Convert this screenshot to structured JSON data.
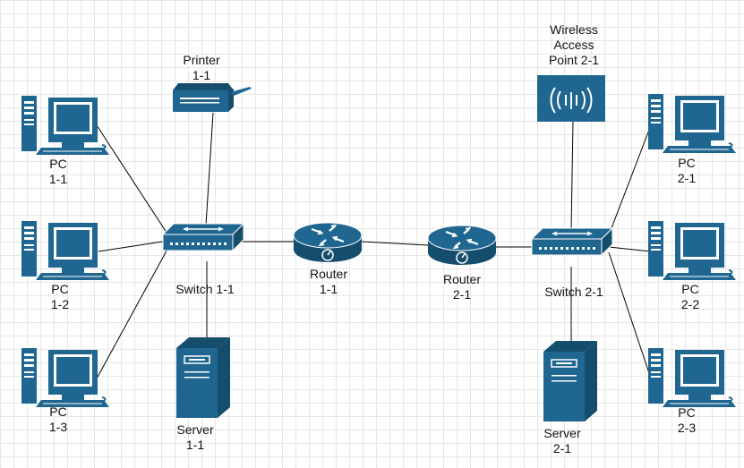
{
  "colors": {
    "device": "#1f6690",
    "device_dark": "#154d6d",
    "line": "#000000",
    "light": "#ffffff"
  },
  "nodes": {
    "pc_1_1": {
      "label": "PC\n1-1",
      "icon": "desktop-pc-icon"
    },
    "pc_1_2": {
      "label": "PC\n1-2",
      "icon": "desktop-pc-icon"
    },
    "pc_1_3": {
      "label": "PC\n1-3",
      "icon": "desktop-pc-icon"
    },
    "printer_1_1": {
      "label": "Printer\n1-1",
      "icon": "printer-icon"
    },
    "switch_1_1": {
      "label": "Switch 1-1",
      "icon": "switch-icon"
    },
    "server_1_1": {
      "label": "Server\n1-1",
      "icon": "server-icon"
    },
    "router_1_1": {
      "label": "Router\n1-1",
      "icon": "router-icon"
    },
    "router_2_1": {
      "label": "Router\n2-1",
      "icon": "router-icon"
    },
    "switch_2_1": {
      "label": "Switch 2-1",
      "icon": "switch-icon"
    },
    "wap_2_1": {
      "label": "Wireless\nAccess\nPoint 2-1",
      "icon": "wireless-access-point-icon"
    },
    "server_2_1": {
      "label": "Server\n2-1",
      "icon": "server-icon"
    },
    "pc_2_1": {
      "label": "PC\n2-1",
      "icon": "desktop-pc-icon"
    },
    "pc_2_2": {
      "label": "PC\n2-2",
      "icon": "desktop-pc-icon"
    },
    "pc_2_3": {
      "label": "PC\n2-3",
      "icon": "desktop-pc-icon"
    }
  },
  "links": [
    [
      "pc_1_1",
      "switch_1_1"
    ],
    [
      "pc_1_2",
      "switch_1_1"
    ],
    [
      "pc_1_3",
      "switch_1_1"
    ],
    [
      "printer_1_1",
      "switch_1_1"
    ],
    [
      "server_1_1",
      "switch_1_1"
    ],
    [
      "switch_1_1",
      "router_1_1"
    ],
    [
      "router_1_1",
      "router_2_1"
    ],
    [
      "router_2_1",
      "switch_2_1"
    ],
    [
      "wap_2_1",
      "switch_2_1"
    ],
    [
      "server_2_1",
      "switch_2_1"
    ],
    [
      "pc_2_1",
      "switch_2_1"
    ],
    [
      "pc_2_2",
      "switch_2_1"
    ],
    [
      "pc_2_3",
      "switch_2_1"
    ]
  ]
}
